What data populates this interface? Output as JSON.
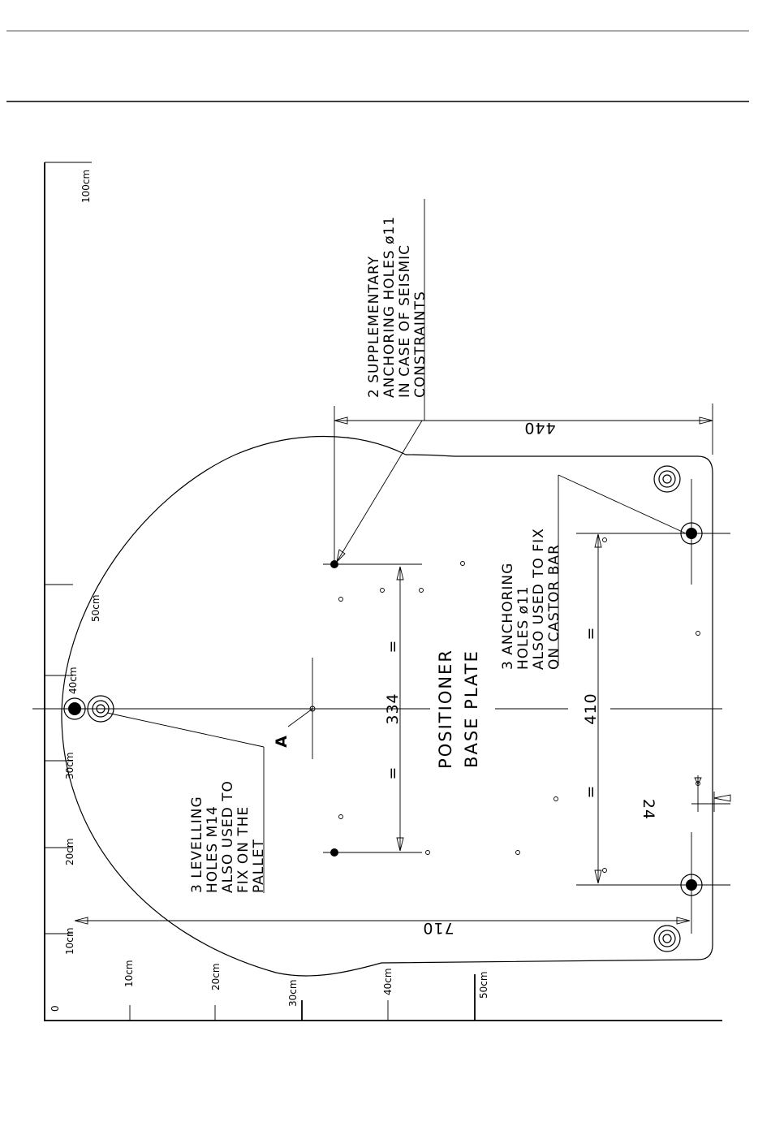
{
  "diagram": {
    "base_plate_label": [
      "POSITIONER",
      "BASE PLATE"
    ],
    "note_supplementary": [
      "2 SUPPLEMENTARY",
      "ANCHORING HOLES ø11",
      "IN CASE OF SEISMIC",
      "CONSTRAINTS"
    ],
    "note_anchoring": [
      "3 ANCHORING",
      "HOLES ø11",
      "ALSO USED TO FIX",
      "ON CASTOR BAR"
    ],
    "note_levelling": [
      "3 LEVELLING",
      "HOLES M14",
      "ALSO USED TO",
      "FIX ON THE",
      "PALLET"
    ],
    "dim_440": "440",
    "dim_710": "710",
    "dim_334": "334",
    "dim_410": "410",
    "dim_24": "24",
    "equal_mark": "=",
    "section_mark": "A",
    "scale_left": [
      "0",
      "10cm",
      "20cm",
      "30cm",
      "40cm",
      "50cm"
    ],
    "scale_top": [
      "100cm",
      "50cm",
      "40cm",
      "30cm",
      "20cm",
      "10cm"
    ]
  }
}
